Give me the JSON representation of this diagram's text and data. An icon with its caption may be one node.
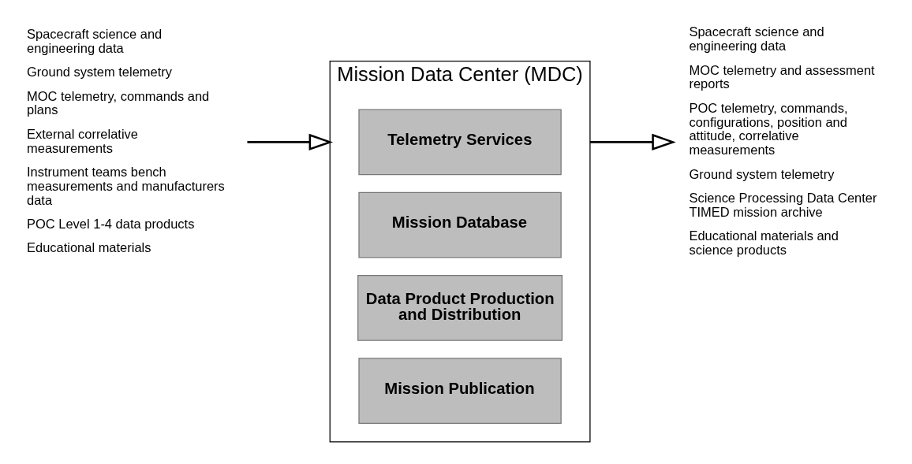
{
  "diagram": {
    "nodes": [
      {
        "text": [
          "Spacecraft science and engineering data",
          "Ground system telemetry",
          "MOC telemetry, commands and plans",
          "External correlative measurements",
          "Instrument teams bench measurements and manufacturers data",
          "POC Level 1-4 data products",
          "Educational materials"
        ]
      },
      {
        "text": [
          "Mission Data Center (MDC)"
        ]
      },
      {
        "text": [
          "Telemetry Services"
        ],
        "in": 1
      },
      {
        "text": [
          "Mission Database"
        ],
        "in": 1
      },
      {
        "text": [
          "Data Product Production and Distribution"
        ],
        "in": 1
      },
      {
        "text": [
          "Mission Publication"
        ],
        "in": 1
      },
      {
        "text": [
          "Spacecraft science and engineering data",
          "MOC telemetry and assessment reports",
          "POC telemetry, commands, configurations, position and attitude, correlative measurements",
          "Ground system telemetry",
          "Science Processing Data Center TIMED mission archive",
          "Educational materials and science products"
        ]
      }
    ],
    "edges": [
      {
        "from": 0,
        "to": 1,
        "arrow": "to"
      },
      {
        "from": 1,
        "to": 6,
        "arrow": "to"
      }
    ]
  }
}
